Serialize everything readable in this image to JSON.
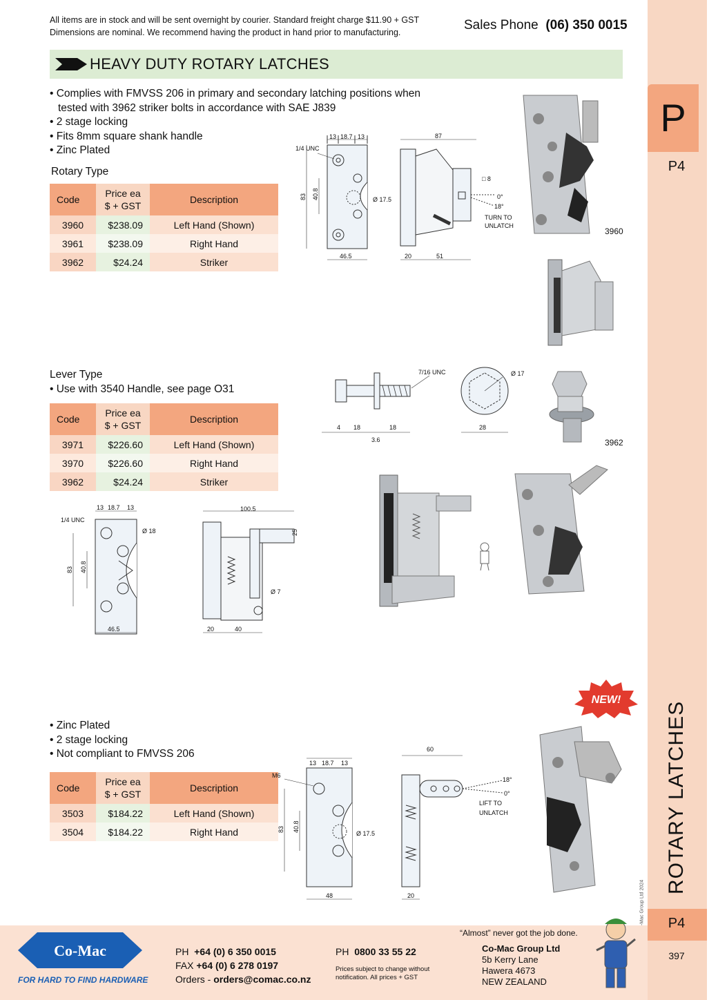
{
  "header": {
    "notice_line1": "All items are in stock and will be sent overnight by courier. Standard freight charge $11.90 + GST",
    "notice_line2": "Dimensions are nominal. We recommend having the product in hand prior to manufacturing.",
    "phone_label": "Sales Phone",
    "phone_number": "(06) 350 0015"
  },
  "title": "HEAVY DUTY ROTARY LATCHES",
  "sidebar": {
    "letter": "P",
    "code": "P4",
    "section_title": "ROTARY LATCHES",
    "copyright": "© Co-Mac Group Ltd 2024",
    "bottom_code": "P4",
    "page_number": "397"
  },
  "section1": {
    "bullets": [
      "• Complies with FMVSS 206 in primary and secondary latching positions when",
      "   tested with 3962 striker bolts in accordance with SAE J839",
      "• 2 stage locking",
      "• Fits 8mm square shank handle",
      "• Zinc Plated"
    ],
    "subtitle": "Rotary Type",
    "table": {
      "headers": [
        "Code",
        "Price ea",
        "$ + GST",
        "Description"
      ],
      "rows": [
        {
          "code": "3960",
          "price": "$238.09",
          "desc": "Left Hand (Shown)"
        },
        {
          "code": "3961",
          "price": "$238.09",
          "desc": "Right Hand"
        },
        {
          "code": "3962",
          "price": "$24.24",
          "desc": "Striker"
        }
      ]
    },
    "drawing1": {
      "d1": "13",
      "d2": "18.7",
      "d3": "13",
      "unc": "1/4 UNC",
      "h1": "83",
      "h2": "40.8",
      "dia": "Ø 17.5",
      "w": "46.5"
    },
    "drawing2": {
      "w": "87",
      "sq": "□ 8",
      "a0": "0°",
      "a18": "18°",
      "turn1": "TURN TO",
      "turn2": "UNLATCH",
      "b1": "20",
      "b2": "51"
    },
    "photo_label": "3960"
  },
  "section2": {
    "subtitle": "Lever Type",
    "bullets": [
      "• Use with 3540 Handle, see page O31"
    ],
    "table": {
      "headers": [
        "Code",
        "Price ea",
        "$ + GST",
        "Description"
      ],
      "rows": [
        {
          "code": "3971",
          "price": "$226.60",
          "desc": "Left Hand (Shown)"
        },
        {
          "code": "3970",
          "price": "$226.60",
          "desc": "Right Hand"
        },
        {
          "code": "3962",
          "price": "$24.24",
          "desc": "Striker"
        }
      ]
    },
    "striker": {
      "unc": "7/16 UNC",
      "dia": "Ø 17",
      "d4": "4",
      "d18a": "18",
      "d18b": "18",
      "d36": "3.6",
      "d28": "28"
    },
    "striker_label": "3962",
    "drawing1": {
      "d1": "13",
      "d2": "18.7",
      "d3": "13",
      "unc": "1/4 UNC",
      "dia": "Ø 18",
      "h1": "83",
      "h2": "40.8",
      "w": "46.5"
    },
    "drawing2": {
      "w": "100.5",
      "h": "25",
      "dia": "Ø 7",
      "b1": "20",
      "b2": "40"
    }
  },
  "section3": {
    "badge": "NEW!",
    "bullets": [
      "• Zinc Plated",
      "• 2 stage locking",
      "• Not compliant to FMVSS 206"
    ],
    "table": {
      "headers": [
        "Code",
        "Price ea",
        "$ + GST",
        "Description"
      ],
      "rows": [
        {
          "code": "3503",
          "price": "$184.22",
          "desc": "Left Hand (Shown)"
        },
        {
          "code": "3504",
          "price": "$184.22",
          "desc": "Right Hand"
        }
      ]
    },
    "drawing1": {
      "d1": "13",
      "d2": "18.7",
      "d3": "13",
      "m6": "M6",
      "h1": "83",
      "h2": "40.8",
      "dia": "Ø 17.5",
      "w": "48"
    },
    "drawing2": {
      "w": "60",
      "a18": "18°",
      "a0": "0°",
      "lift1": "LIFT TO",
      "lift2": "UNLATCH",
      "b1": "20"
    }
  },
  "footer": {
    "logo": "Co-Mac",
    "slogan": "FOR HARD TO FIND HARDWARE",
    "ph_label": "PH",
    "ph": "+64 (0) 6 350 0015",
    "fax_label": "FAX",
    "fax": "+64 (0) 6 278 0197",
    "orders_label": "Orders -",
    "orders": "orders@comac.co.nz",
    "ph2_label": "PH",
    "ph2": "0800 33 55 22",
    "disclaimer1": "Prices subject to change without",
    "disclaimer2": "notification. All prices + GST",
    "company": "Co-Mac Group Ltd",
    "addr1": "5b Kerry Lane",
    "addr2": "Hawera 4673",
    "addr3": "NEW ZEALAND",
    "quote": "“Almost” never got the job done."
  },
  "colors": {
    "accent": "#f3a67f",
    "sidebar": "#f8d7c3",
    "title_bar": "#dcecd3",
    "logo_blue": "#1a5fb4",
    "badge_red": "#e23b2e"
  }
}
